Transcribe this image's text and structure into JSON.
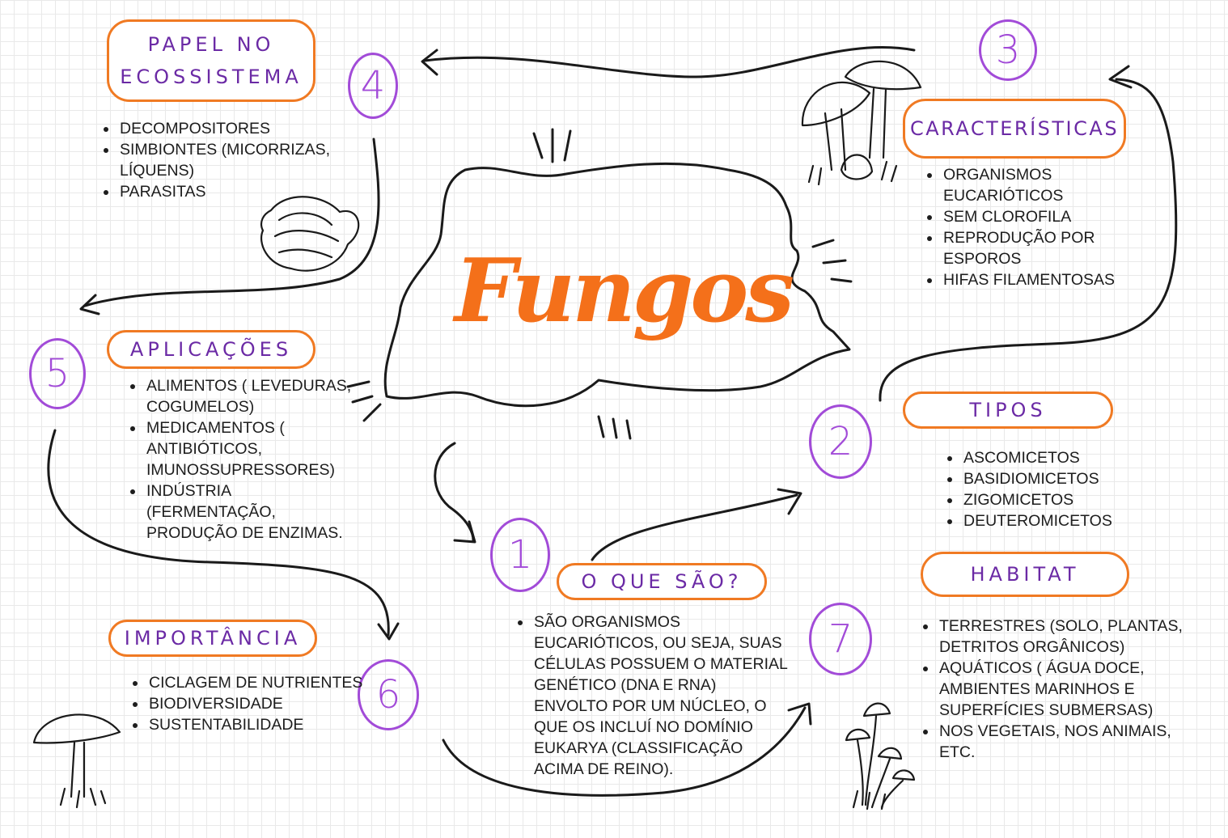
{
  "title": "Fungos",
  "colors": {
    "accent_orange": "#f07a23",
    "title_orange": "#f4701a",
    "purple": "#6b2aa5",
    "number_purple": "#a24bd8"
  },
  "sections": {
    "papel": {
      "number": "4",
      "heading_line1": "PAPEL NO",
      "heading_line2": "ECOSSISTEMA",
      "items": [
        "DECOMPOSITORES",
        "SIMBIONTES (MICORRIZAS, LÍQUENS)",
        "PARASITAS"
      ]
    },
    "caracteristicas": {
      "number": "3",
      "heading": "CARACTERÍSTICAS",
      "items": [
        "ORGANISMOS EUCARIÓTICOS",
        "SEM CLOROFILA",
        "REPRODUÇÃO POR ESPOROS",
        "HIFAS FILAMENTOSAS"
      ]
    },
    "aplicacoes": {
      "number": "5",
      "heading": "APLICAÇÕES",
      "items": [
        "ALIMENTOS ( LEVEDURAS, COGUMELOS)",
        "MEDICAMENTOS ( ANTIBIÓTICOS, IMUNOSSUPRESSORES)",
        "INDÚSTRIA (FERMENTAÇÃO, PRODUÇÃO DE ENZIMAS."
      ]
    },
    "tipos": {
      "number": "2",
      "heading": "TIPOS",
      "items": [
        "ASCOMICETOS",
        "BASIDIOMICETOS",
        "ZIGOMICETOS",
        "DEUTEROMICETOS"
      ]
    },
    "oque": {
      "number": "1",
      "heading": "O QUE SÃO?",
      "items": [
        "SÃO ORGANISMOS EUCARIÓTICOS, OU SEJA, SUAS CÉLULAS POSSUEM O MATERIAL GENÉTICO (DNA E RNA) ENVOLTO POR UM NÚCLEO, O QUE OS INCLUÍ NO DOMÍNIO EUKARYA (CLASSIFICAÇÃO ACIMA DE REINO)."
      ]
    },
    "habitat": {
      "number": "7",
      "heading": "HABITAT",
      "items": [
        "TERRESTRES (SOLO, PLANTAS, DETRITOS ORGÂNICOS)",
        "AQUÁTICOS ( ÁGUA DOCE, AMBIENTES MARINHOS E SUPERFÍCIES SUBMERSAS)",
        "NOS VEGETAIS, NOS ANIMAIS, ETC."
      ]
    },
    "importancia": {
      "number": "6",
      "heading": "IMPORTÂNCIA",
      "items": [
        "CICLAGEM DE NUTRIENTES",
        "BIODIVERSIDADE",
        "SUSTENTABILIDADE"
      ]
    }
  },
  "icons": [
    "cloud-frame-icon",
    "mushroom-pair-icon",
    "bracket-fungus-icon",
    "mushroom-small-icon",
    "mushroom-cluster-icon",
    "arrow-icon"
  ]
}
